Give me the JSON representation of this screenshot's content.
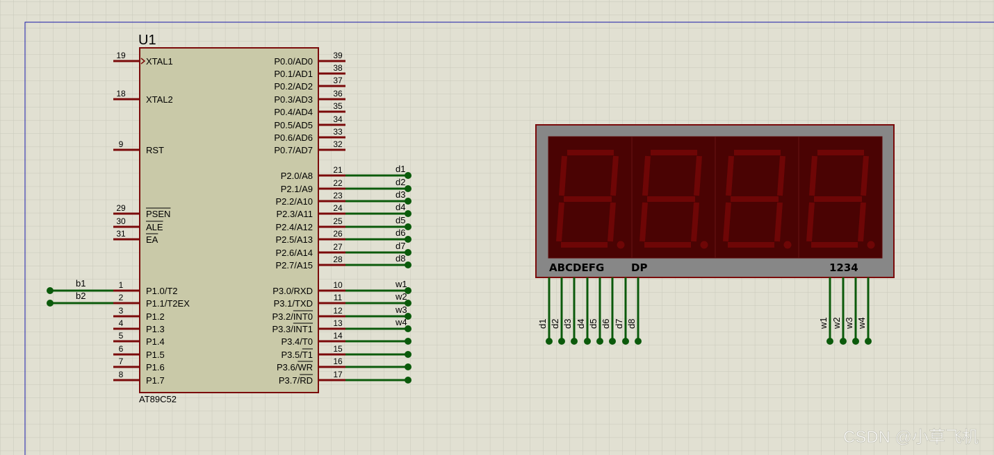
{
  "u1": {
    "ref": "U1",
    "part": "AT89C52",
    "left_pins": [
      {
        "num": "19",
        "name": "XTAL1",
        "net": ""
      },
      {
        "num": "18",
        "name": "XTAL2",
        "net": ""
      },
      {
        "num": "9",
        "name": "RST",
        "net": ""
      },
      {
        "num": "29",
        "name": "PSEN",
        "net": "",
        "over": true
      },
      {
        "num": "30",
        "name": "ALE",
        "net": "",
        "over": true
      },
      {
        "num": "31",
        "name": "EA",
        "net": "",
        "over": true
      },
      {
        "num": "1",
        "name": "P1.0/T2",
        "net": "b1"
      },
      {
        "num": "2",
        "name": "P1.1/T2EX",
        "net": "b2"
      },
      {
        "num": "3",
        "name": "P1.2",
        "net": ""
      },
      {
        "num": "4",
        "name": "P1.3",
        "net": ""
      },
      {
        "num": "5",
        "name": "P1.4",
        "net": ""
      },
      {
        "num": "6",
        "name": "P1.5",
        "net": ""
      },
      {
        "num": "7",
        "name": "P1.6",
        "net": ""
      },
      {
        "num": "8",
        "name": "P1.7",
        "net": ""
      }
    ],
    "right_pins": [
      {
        "num": "39",
        "name": "P0.0/AD0",
        "net": ""
      },
      {
        "num": "38",
        "name": "P0.1/AD1",
        "net": ""
      },
      {
        "num": "37",
        "name": "P0.2/AD2",
        "net": ""
      },
      {
        "num": "36",
        "name": "P0.3/AD3",
        "net": ""
      },
      {
        "num": "35",
        "name": "P0.4/AD4",
        "net": ""
      },
      {
        "num": "34",
        "name": "P0.5/AD5",
        "net": ""
      },
      {
        "num": "33",
        "name": "P0.6/AD6",
        "net": ""
      },
      {
        "num": "32",
        "name": "P0.7/AD7",
        "net": ""
      },
      {
        "num": "21",
        "name": "P2.0/A8",
        "net": "d1"
      },
      {
        "num": "22",
        "name": "P2.1/A9",
        "net": "d2"
      },
      {
        "num": "23",
        "name": "P2.2/A10",
        "net": "d3"
      },
      {
        "num": "24",
        "name": "P2.3/A11",
        "net": "d4"
      },
      {
        "num": "25",
        "name": "P2.4/A12",
        "net": "d5"
      },
      {
        "num": "26",
        "name": "P2.5/A13",
        "net": "d6"
      },
      {
        "num": "27",
        "name": "P2.6/A14",
        "net": "d7"
      },
      {
        "num": "28",
        "name": "P2.7/A15",
        "net": "d8"
      },
      {
        "num": "10",
        "name": "P3.0/RXD",
        "net": "w1"
      },
      {
        "num": "11",
        "name": "P3.1/TXD",
        "net": "w2"
      },
      {
        "num": "12",
        "name": "P3.2/INT0",
        "net": "w3",
        "over_part": "INT0"
      },
      {
        "num": "13",
        "name": "P3.3/INT1",
        "net": "w4",
        "over_part": "INT1"
      },
      {
        "num": "14",
        "name": "P3.4/T0",
        "net": ""
      },
      {
        "num": "15",
        "name": "P3.5/T1",
        "net": "",
        "over_part": "T1"
      },
      {
        "num": "16",
        "name": "P3.6/WR",
        "net": "",
        "over_part": "WR"
      },
      {
        "num": "17",
        "name": "P3.7/RD",
        "net": "",
        "over_part": "RD"
      }
    ]
  },
  "display": {
    "segment_label": "ABCDEFG",
    "dp_label": "DP",
    "digit_label": "1234",
    "digits": 4,
    "segment_nets": [
      "d1",
      "d2",
      "d3",
      "d4",
      "d5",
      "d6",
      "d7",
      "d8"
    ],
    "digit_nets": [
      "w1",
      "w2",
      "w3",
      "w4"
    ]
  },
  "watermark": "CSDN @小草飞机",
  "colors": {
    "background": "#e1e0d2",
    "grid": "#c8c8ba",
    "chip_body": "#c9c9a8",
    "chip_outline": "#7a0a0a",
    "pin": "#7a0a0a",
    "wire": "#0b5a0b",
    "display_frame": "#878787",
    "display_window": "#4a0303",
    "segment": "#6e0606",
    "sheet_border": "#1818a8"
  }
}
